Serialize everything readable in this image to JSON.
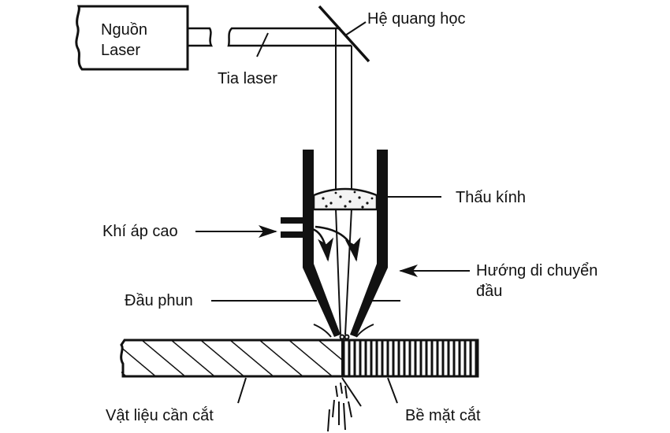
{
  "diagram": {
    "title": "Laser cutting process schematic",
    "colors": {
      "ink": "#111111",
      "background": "#ffffff"
    },
    "labels": {
      "laser_source_line1": "Nguồn",
      "laser_source_line2": "Laser",
      "laser_beam": "Tia laser",
      "optics": "Hệ quang học",
      "lens": "Thấu kính",
      "high_pressure_gas": "Khí áp cao",
      "head_direction_line1": "Hướng di chuyển",
      "head_direction_line2": "đầu",
      "nozzle": "Đầu phun",
      "workpiece": "Vật liệu cần cắt",
      "cut_surface": "Bề mặt cắt"
    }
  }
}
